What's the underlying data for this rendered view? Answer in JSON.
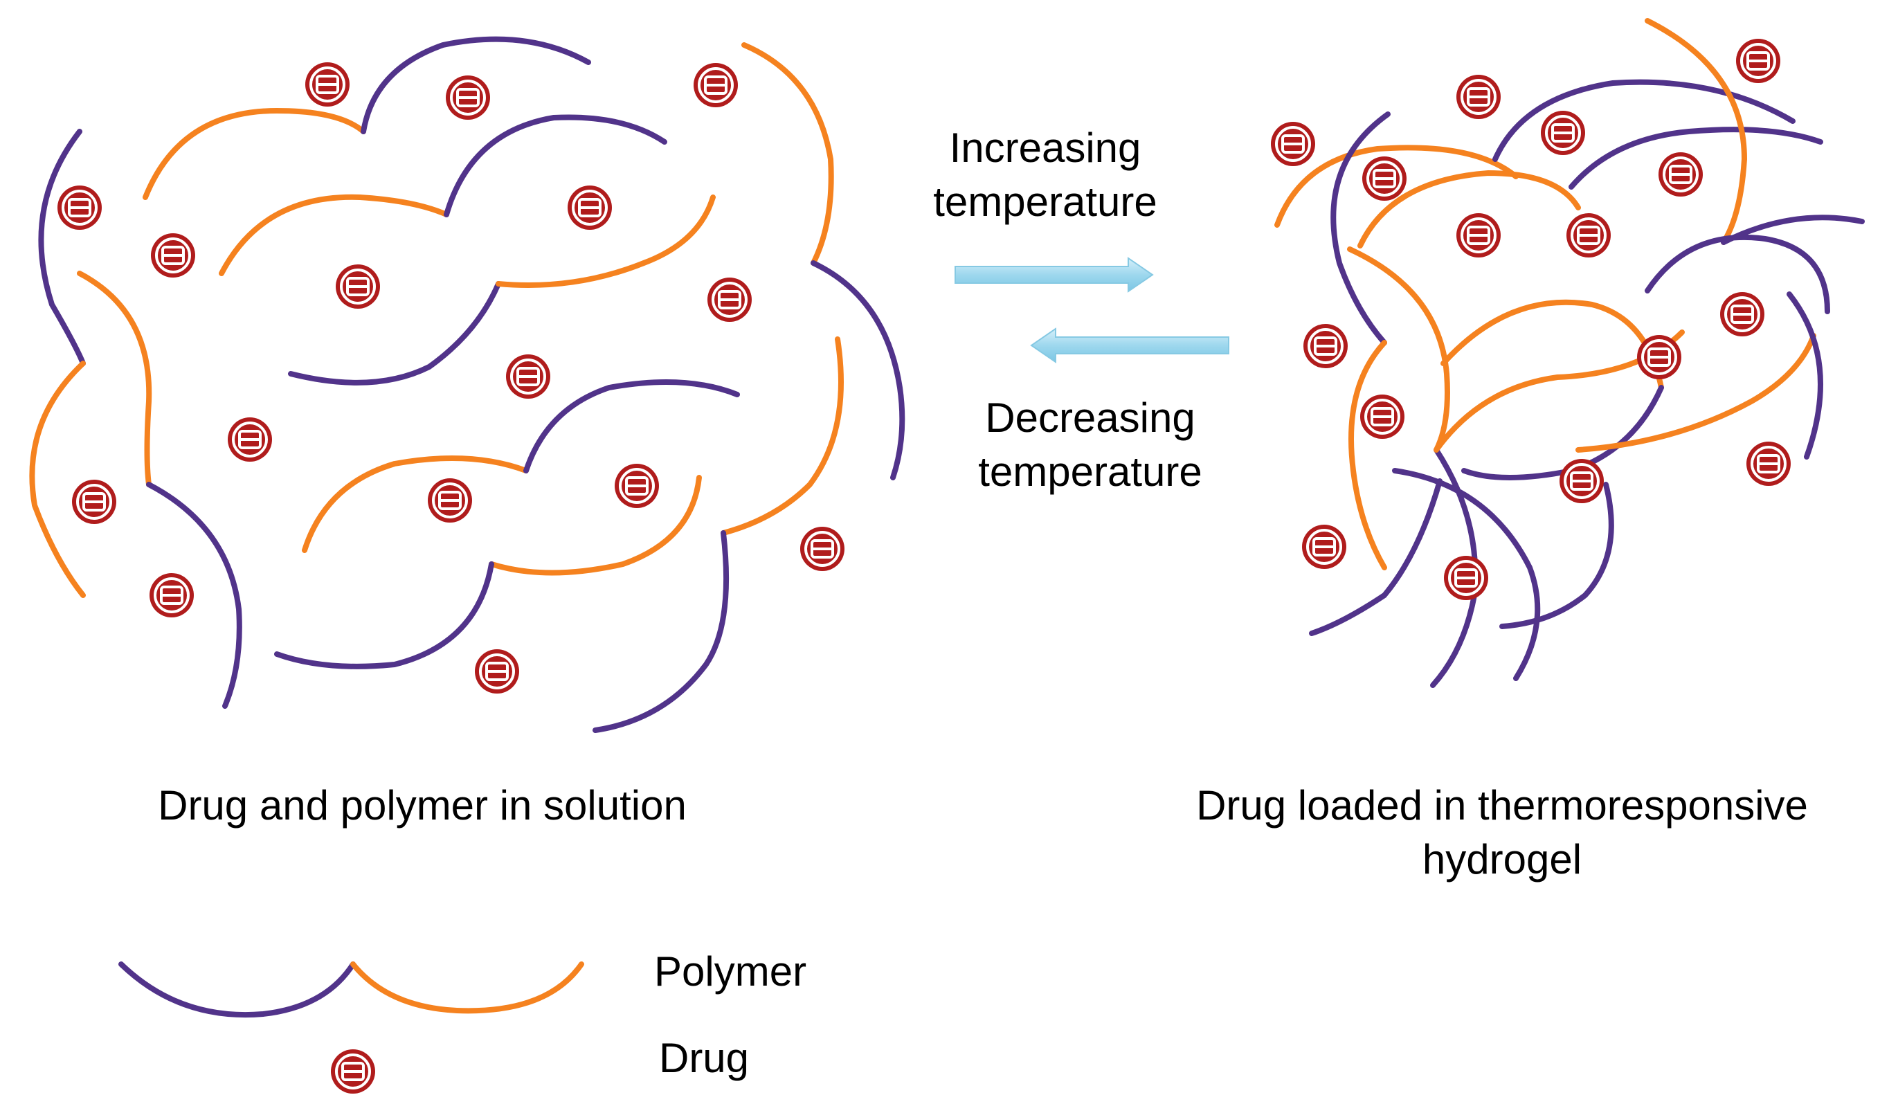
{
  "labels": {
    "increasing": [
      "Increasing",
      "temperature"
    ],
    "decreasing": [
      "Decreasing",
      "temperature"
    ],
    "left_caption": "Drug and polymer in solution",
    "right_caption": [
      "Drug loaded in thermoresponsive",
      "hydrogel"
    ],
    "legend_polymer": "Polymer",
    "legend_drug": "Drug"
  },
  "colors": {
    "polymer_purple": "#51338a",
    "polymer_orange": "#f5821f",
    "drug_red": "#b01c1c",
    "arrow_blue": "#9ed8ee"
  },
  "icons": {
    "drug": "drug-molecule-icon",
    "arrow_forward": "arrow-right-icon",
    "arrow_back": "arrow-left-icon"
  }
}
